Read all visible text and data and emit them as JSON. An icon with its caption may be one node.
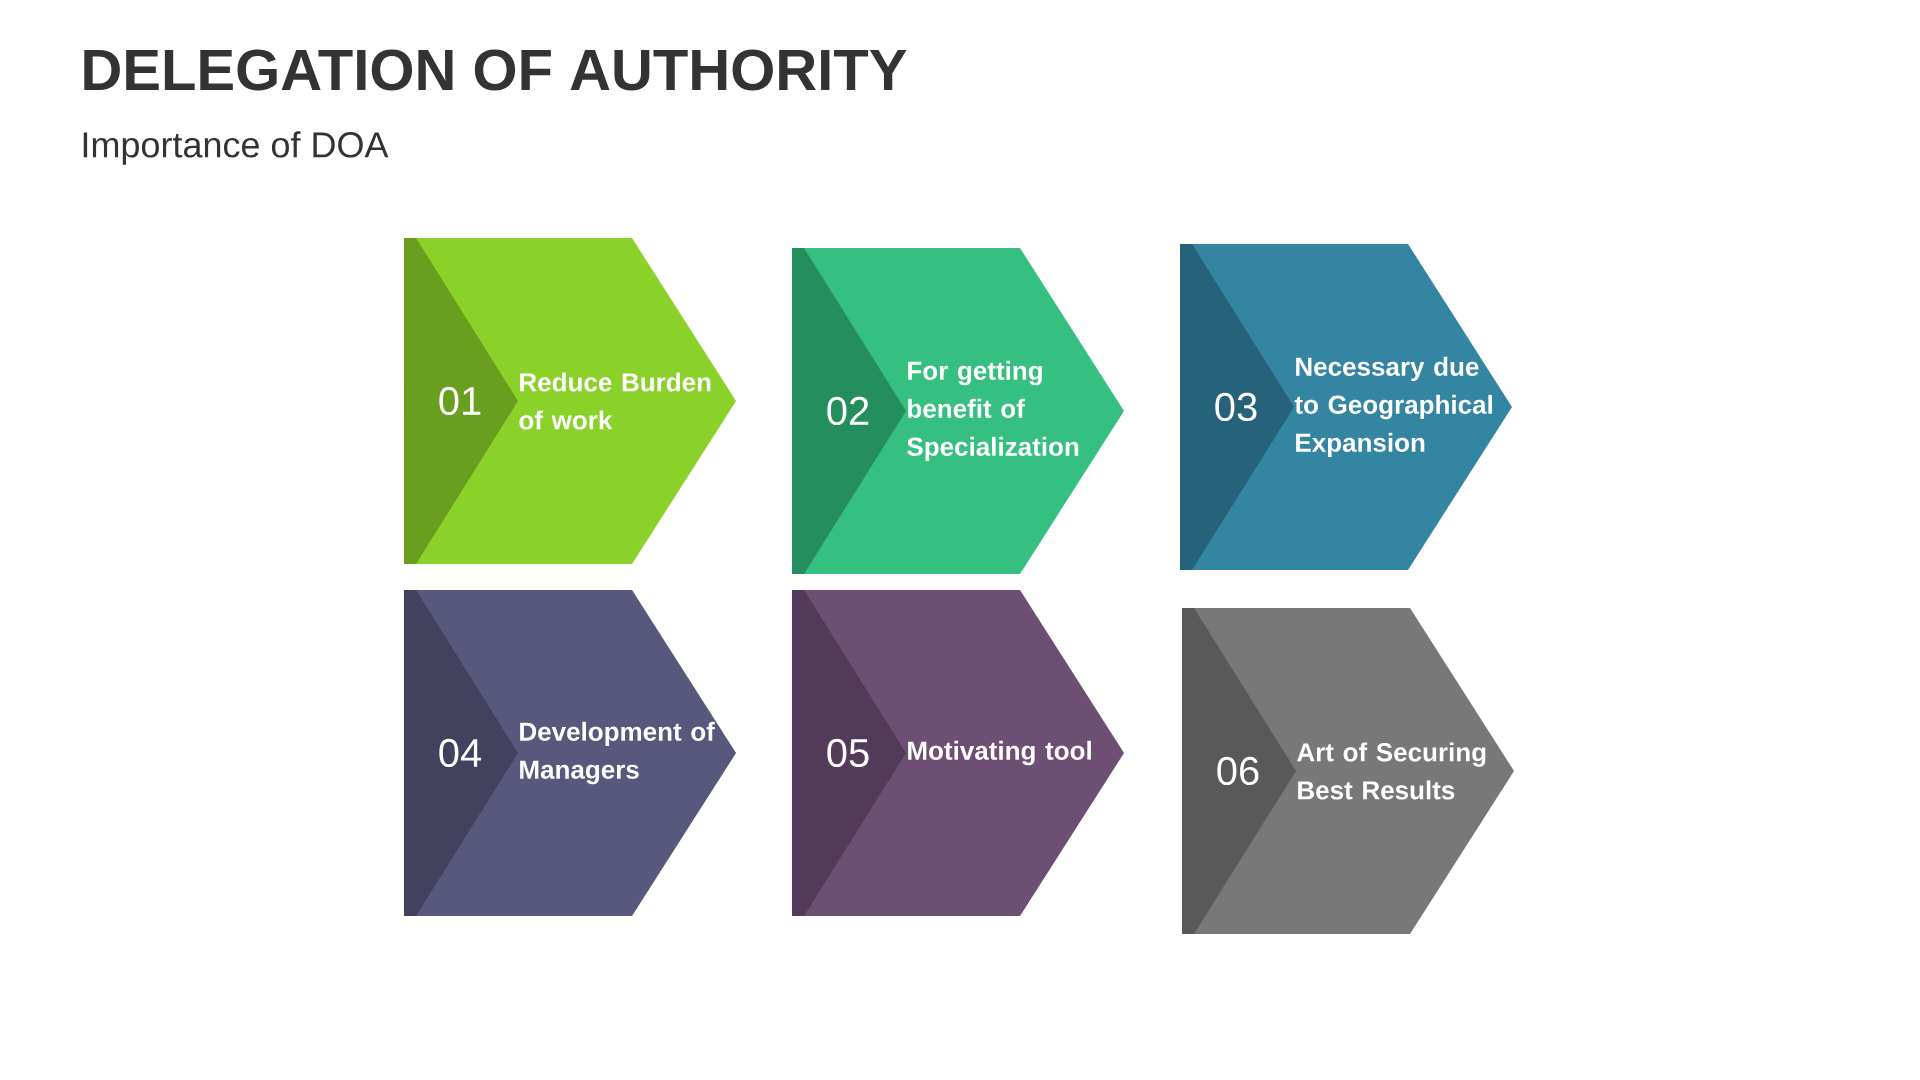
{
  "diagram": {
    "title": "DELEGATION OF AUTHORITY",
    "caption": "Importance of DOA",
    "nodes": [
      {
        "text": [
          "01",
          "Reduce Burden of work"
        ]
      },
      {
        "text": [
          "02",
          "For getting benefit of Specialization"
        ]
      },
      {
        "text": [
          "03",
          "Necessary due to Geographical Expansion"
        ]
      },
      {
        "text": [
          "04",
          "Development of Managers"
        ]
      },
      {
        "text": [
          "05",
          "Motivating tool"
        ]
      },
      {
        "text": [
          "06",
          "Art of Securing Best Results"
        ]
      }
    ]
  }
}
